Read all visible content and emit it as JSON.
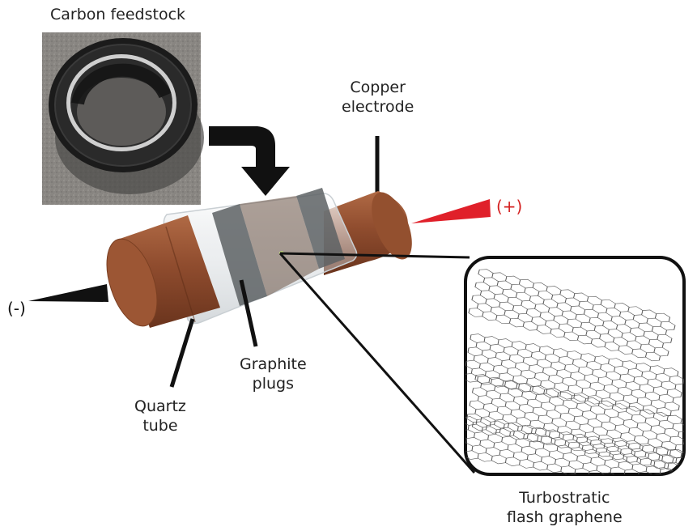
{
  "labels": {
    "carbon_feedstock": "Carbon feedstock",
    "copper_electrode": [
      "Copper",
      "electrode"
    ],
    "graphite_plugs": [
      "Graphite",
      "plugs"
    ],
    "quartz_tube": [
      "Quartz",
      "tube"
    ],
    "turbostratic": [
      "Turbostratic",
      "flash graphene"
    ],
    "positive": "(+)",
    "negative": "(-)"
  },
  "colors": {
    "copper": "#8a4a2c",
    "copper_light": "#a55c3a",
    "positive_terminal": "#e0202a",
    "negative_terminal": "#111111",
    "graphite": "#5e6063",
    "quartz": "#d6dadd"
  }
}
